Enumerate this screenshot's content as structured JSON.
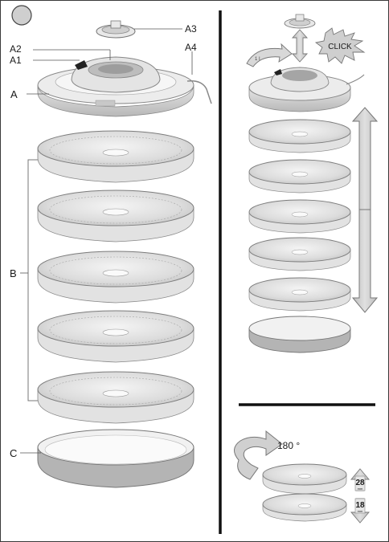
{
  "labels": {
    "A": "A",
    "A1": "A1",
    "A2": "A2",
    "A3": "A3",
    "A4": "A4",
    "B": "B",
    "C": "C"
  },
  "right": {
    "click": "CLICK",
    "rotate": "180 °",
    "height_high_value": "28",
    "height_low_value": "18",
    "height_unit": "mm"
  },
  "colors": {
    "tray_outline": "#7c7c7c",
    "tray_fill": "#dedede",
    "base_fill": "#f2f2f2",
    "base_side": "#a9a9a9",
    "arrow_fill": "#cfcfcf",
    "divider": "#111111"
  }
}
